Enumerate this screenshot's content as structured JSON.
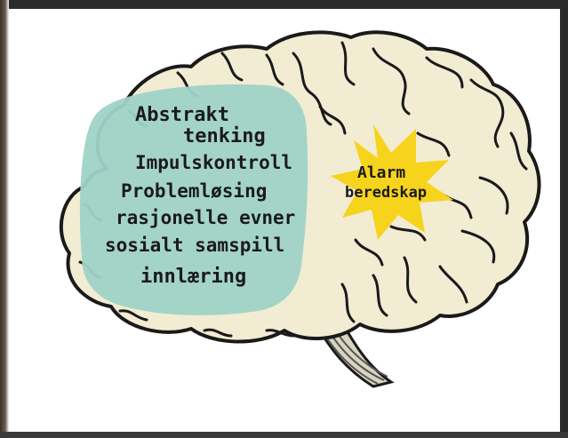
{
  "diagram": {
    "prefrontal_labels": [
      "Abstrakt",
      "tenking",
      "Impulskontroll",
      "Problemløsing",
      "rasjonelle evner",
      "sosialt samspill",
      "innlæring"
    ],
    "alarm_labels": [
      "Alarm",
      "beredskap"
    ]
  },
  "colors": {
    "brain_fill": "#f1ecd2",
    "outline": "#1a1a1a",
    "prefrontal_fill": "#9fd3c7",
    "alarm_fill": "#f6d31c",
    "brainstem": "#6a6a6a"
  }
}
